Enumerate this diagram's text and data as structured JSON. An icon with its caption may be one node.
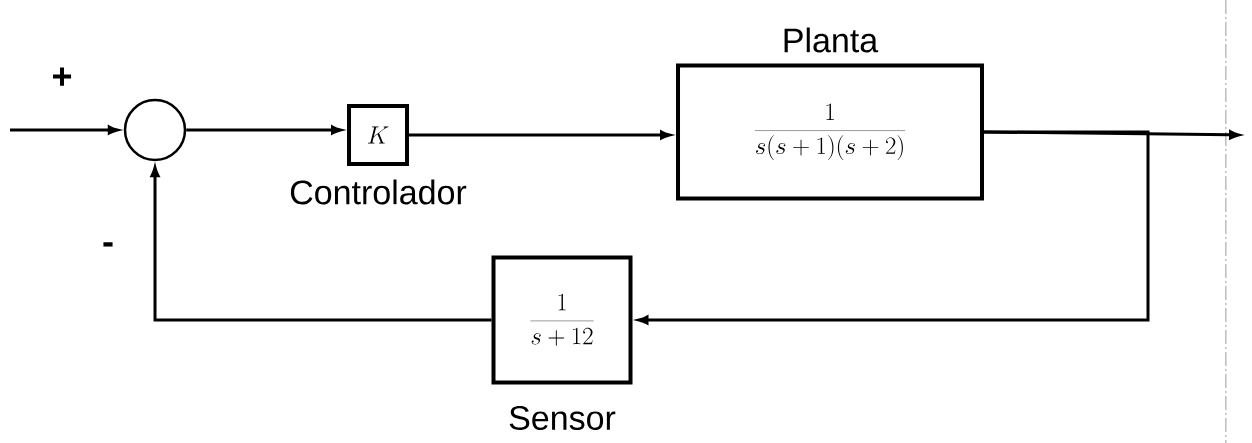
{
  "diagram": {
    "nodes": [
      {
        "text": [],
        "shape": "circle"
      },
      {
        "text": [
          "K"
        ],
        "beside": [
          "Controlador"
        ]
      },
      {
        "text": [
          "Planta",
          "\\frac{1}{s(s+1)(s+2)}"
        ]
      },
      {
        "text": [
          "\\frac{1}{s+12}"
        ],
        "beside": [
          "Sensor"
        ]
      }
    ],
    "edges": [
      {
        "from": null,
        "to": 0,
        "arrow": "to"
      },
      {
        "from": 0,
        "to": 1,
        "arrow": "to"
      },
      {
        "from": 1,
        "to": 2,
        "arrow": "to"
      },
      {
        "from": 2,
        "to": null,
        "arrow": "to"
      },
      {
        "from": 2,
        "to": 3,
        "arrow": "to"
      },
      {
        "from": 3,
        "to": 0,
        "arrow": "to"
      }
    ],
    "labels": [
      "+",
      "-"
    ]
  }
}
